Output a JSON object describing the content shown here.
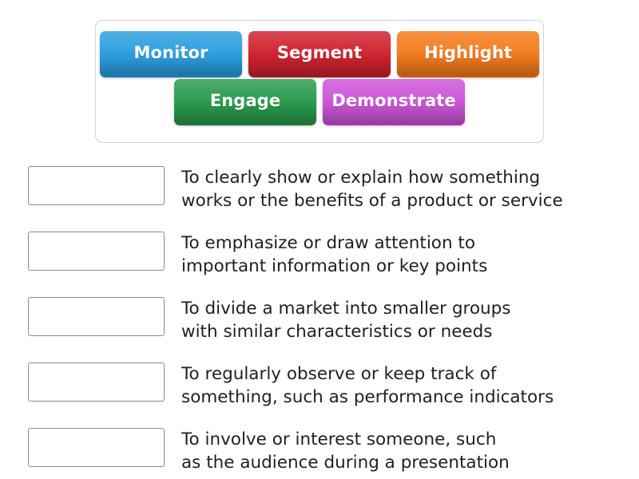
{
  "activity": {
    "type": "match-up",
    "tile_bank": {
      "name": "answer-tile-bank",
      "tiles": [
        {
          "label": "Monitor",
          "color": "#2b9fe0",
          "shadow": "#1c7ab0",
          "row": 1
        },
        {
          "label": "Segment",
          "color": "#d0232f",
          "shadow": "#9c1822",
          "row": 1
        },
        {
          "label": "Highlight",
          "color": "#f47c1c",
          "shadow": "#c05c08",
          "row": 1
        },
        {
          "label": "Engage",
          "color": "#2a9b4e",
          "shadow": "#1d7338",
          "row": 2
        },
        {
          "label": "Demonstrate",
          "color": "#cc55d9",
          "shadow": "#a136ad",
          "row": 2
        }
      ]
    },
    "rows": [
      {
        "drop_zone_value": "",
        "definition": "To clearly show or explain how something\nworks or the benefits of a product or service"
      },
      {
        "drop_zone_value": "",
        "definition": "To emphasize or draw attention to\nimportant information or key points"
      },
      {
        "drop_zone_value": "",
        "definition": "To divide a market into smaller groups\nwith similar characteristics or needs"
      },
      {
        "drop_zone_value": "",
        "definition": "To regularly observe or keep track of\nsomething, such as performance indicators"
      },
      {
        "drop_zone_value": "",
        "definition": "To involve or interest someone, such\nas the audience during a presentation"
      }
    ]
  },
  "colors": {
    "page_background": "#ffffff",
    "bank_border": "#d4d4d4",
    "drop_zone_border": "#8a8a8a",
    "definition_text": "#1f1f1f",
    "tile_text": "#ffffff"
  }
}
